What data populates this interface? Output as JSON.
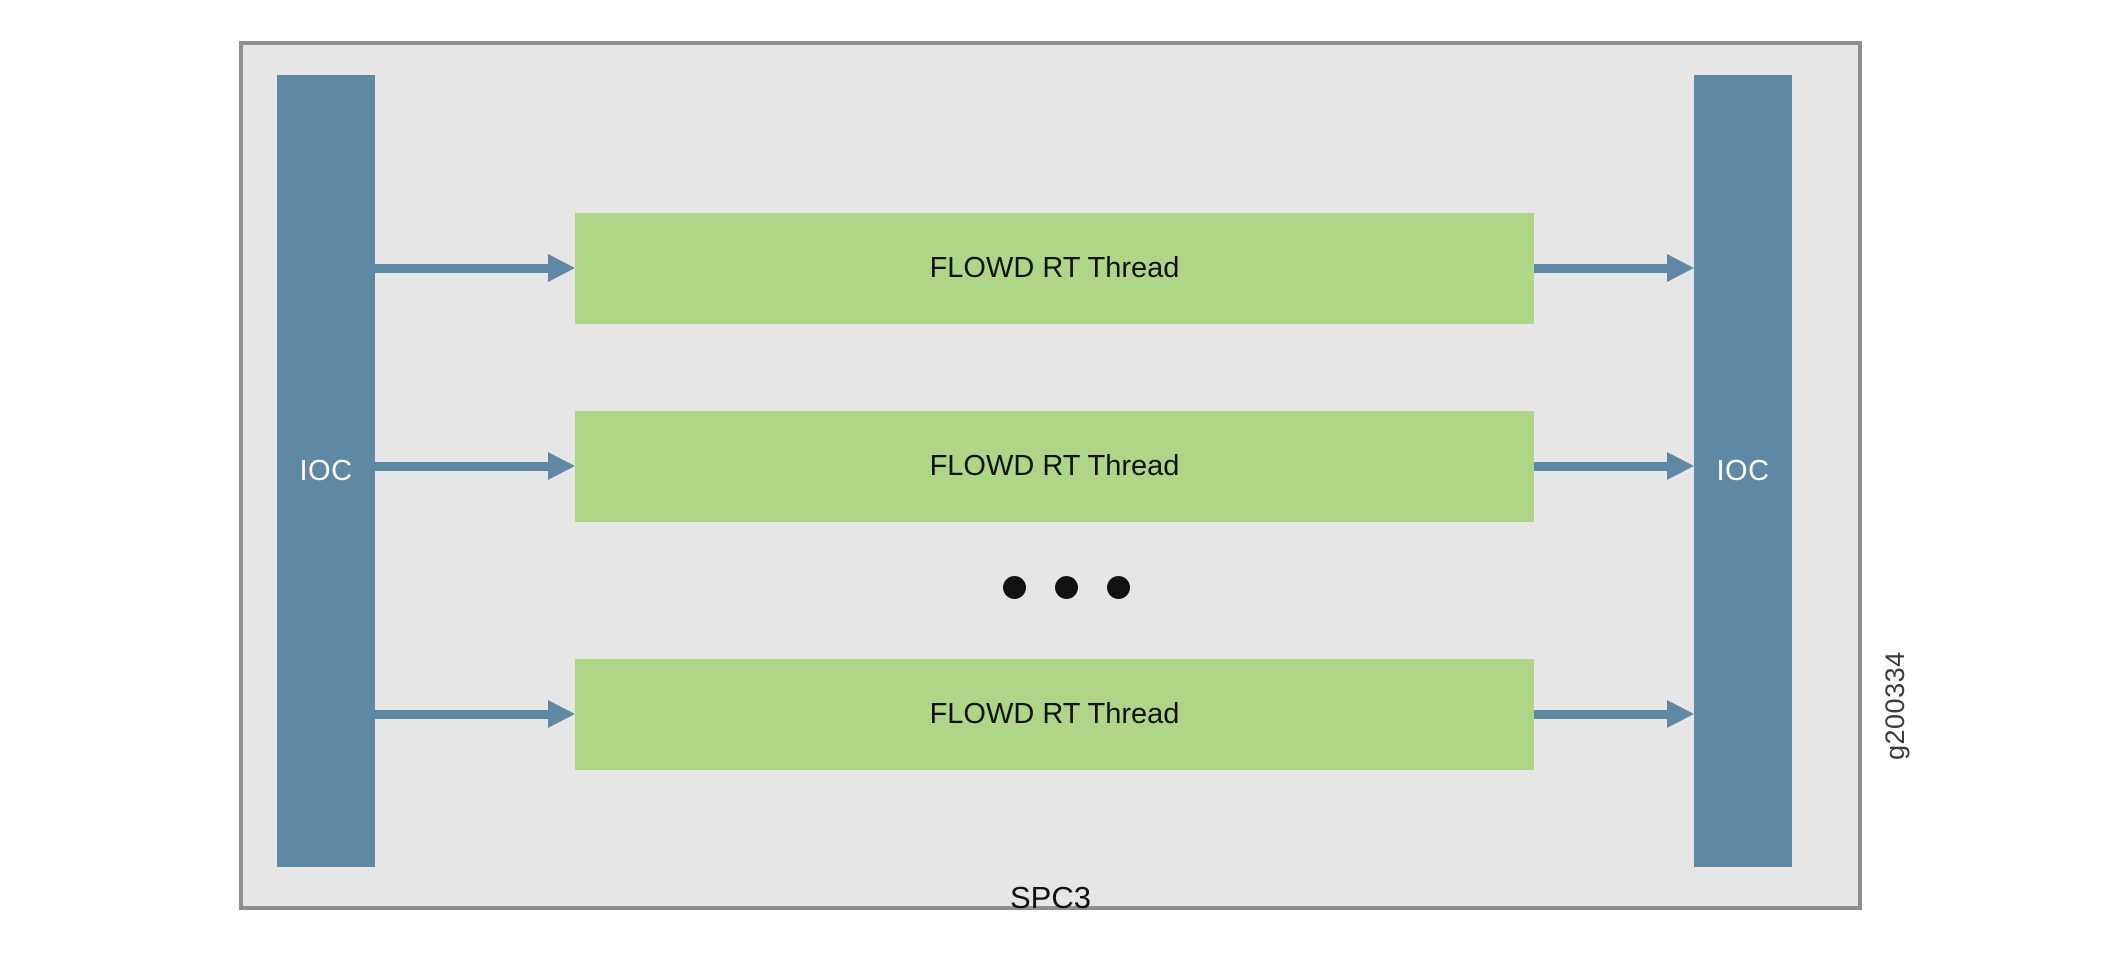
{
  "diagram": {
    "title": "SPC3",
    "watermark": "g200334",
    "colors": {
      "frame_fill": "#e6e6e6",
      "frame_border": "#8d8f91",
      "ioc_fill": "#5e88a4",
      "ioc_text": "#ffffff",
      "thread_fill": "#afd686",
      "thread_text": "#111111",
      "arrow": "#5e88a4",
      "dot": "#111111",
      "page_background": "#ffffff"
    },
    "ioc": {
      "left_label": "IOC",
      "right_label": "IOC"
    },
    "threads": [
      {
        "label": "FLOWD RT Thread"
      },
      {
        "label": "FLOWD RT Thread"
      },
      {
        "label": "FLOWD RT Thread"
      }
    ],
    "ellipsis": {
      "dot_count": 3,
      "meaning": "additional FLOWD RT Threads"
    },
    "arrows": {
      "ingress_count": 3,
      "egress_count": 3,
      "ingress_direction": "IOC to FLOWD RT Thread",
      "egress_direction": "FLOWD RT Thread to IOC"
    }
  }
}
